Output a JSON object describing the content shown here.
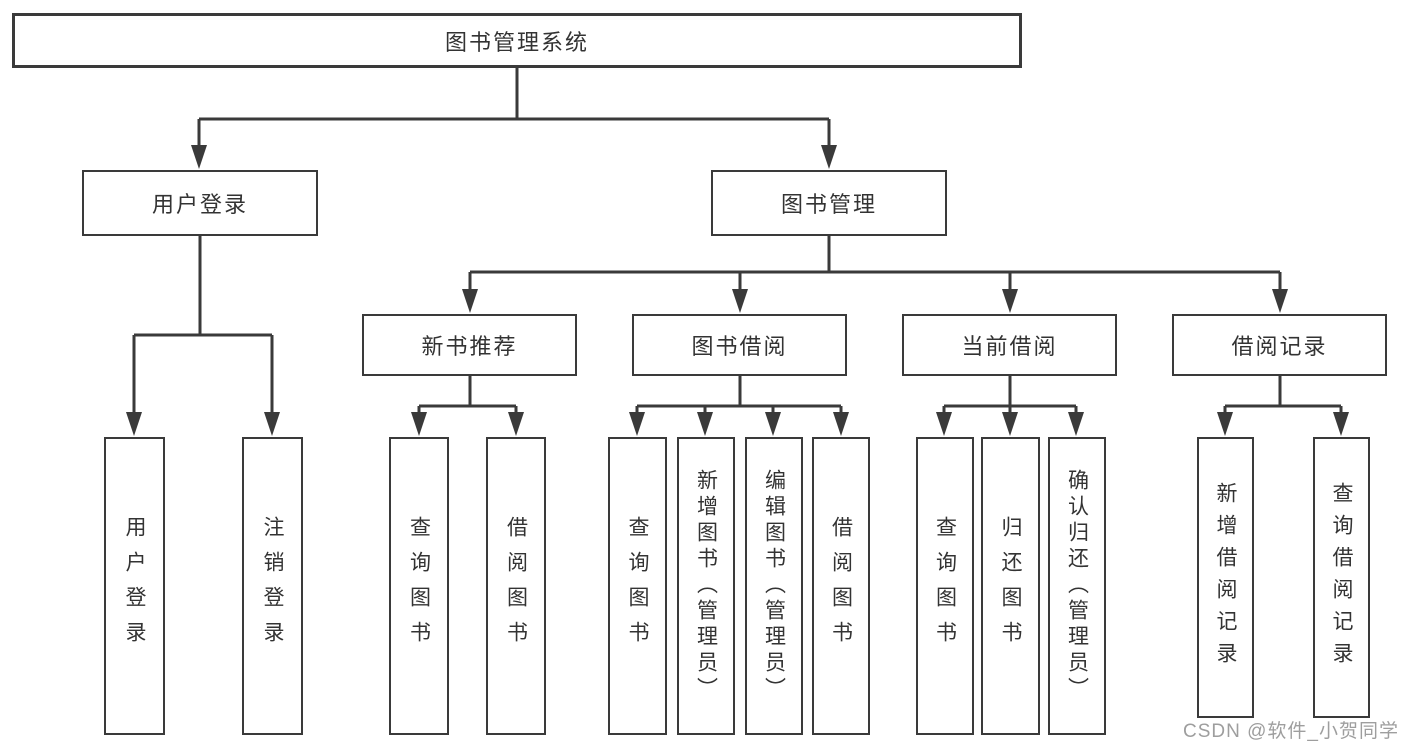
{
  "diagram": {
    "title": "图书管理系统",
    "type": "hierarchy-tree",
    "colors": {
      "line": "#3a3a3a",
      "box_border": "#3a3a3a",
      "box_fill": "#ffffff",
      "text": "#333333",
      "watermark_text": "#9e9e9e",
      "background": "#ffffff"
    },
    "nodes": {
      "root": "图书管理系统",
      "l2": [
        "用户登录",
        "图书管理"
      ],
      "l3": [
        "新书推荐",
        "图书借阅",
        "当前借阅",
        "借阅记录"
      ],
      "leaves": [
        "用户登录",
        "注销登录",
        "查询图书",
        "借阅图书",
        "查询图书",
        "新增图书（管理员）",
        "编辑图书（管理员）",
        "借阅图书",
        "查询图书",
        "归还图书",
        "确认归还（管理员）",
        "新增借阅记录",
        "查询借阅记录"
      ]
    },
    "hierarchy": {
      "图书管理系统": [
        "用户登录",
        "图书管理"
      ],
      "用户登录": [
        "用户登录",
        "注销登录"
      ],
      "图书管理": [
        "新书推荐",
        "图书借阅",
        "当前借阅",
        "借阅记录"
      ],
      "新书推荐": [
        "查询图书",
        "借阅图书"
      ],
      "图书借阅": [
        "查询图书",
        "新增图书（管理员）",
        "编辑图书（管理员）",
        "借阅图书"
      ],
      "当前借阅": [
        "查询图书",
        "归还图书",
        "确认归还（管理员）"
      ],
      "借阅记录": [
        "新增借阅记录",
        "查询借阅记录"
      ]
    }
  },
  "watermark": "CSDN @软件_小贺同学"
}
